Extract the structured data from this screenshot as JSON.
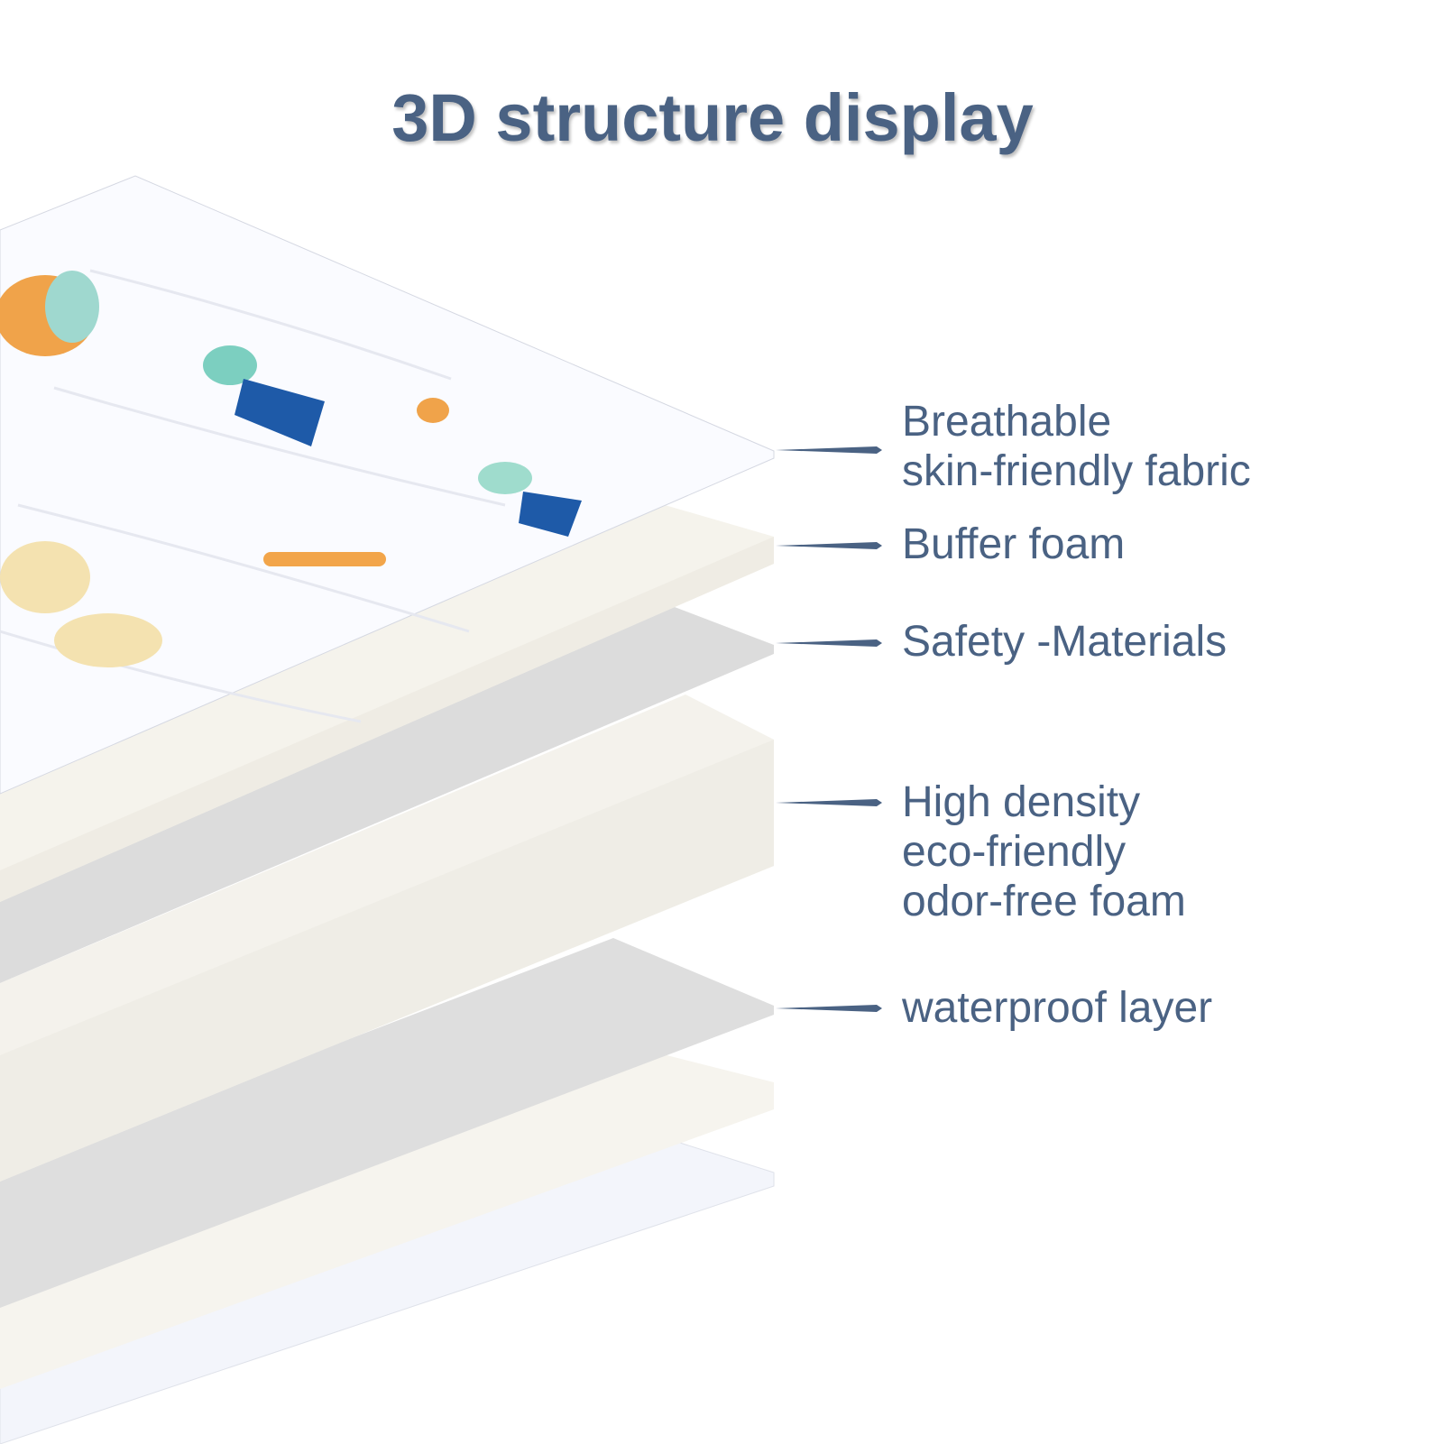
{
  "title": "3D structure display",
  "accent_color": "#4a6283",
  "layers": [
    {
      "label_lines": [
        "Breathable",
        "skin-friendly fabric"
      ]
    },
    {
      "label_lines": [
        "Buffer foam"
      ]
    },
    {
      "label_lines": [
        "Safety -Materials"
      ]
    },
    {
      "label_lines": [
        "High density",
        "eco-friendly",
        "odor-free foam"
      ]
    },
    {
      "label_lines": [
        "waterproof layer"
      ]
    }
  ]
}
